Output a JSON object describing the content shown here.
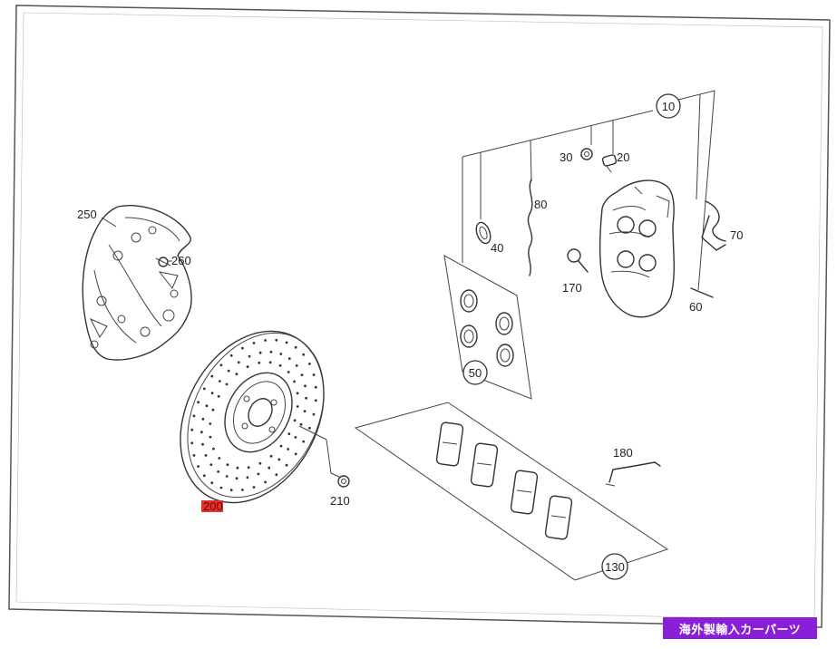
{
  "diagram": {
    "callouts": {
      "c10": "10",
      "c20": "20",
      "c30": "30",
      "c40": "40",
      "c50": "50",
      "c60": "60",
      "c70": "70",
      "c80": "80",
      "c130": "130",
      "c170": "170",
      "c180": "180",
      "c200": "200",
      "c210": "210",
      "c250": "250",
      "c260": "260"
    },
    "highlight_color": "#e0322f"
  },
  "watermark": {
    "text": "海外製輸入カーパーツ",
    "color": "#8a1fd8"
  }
}
